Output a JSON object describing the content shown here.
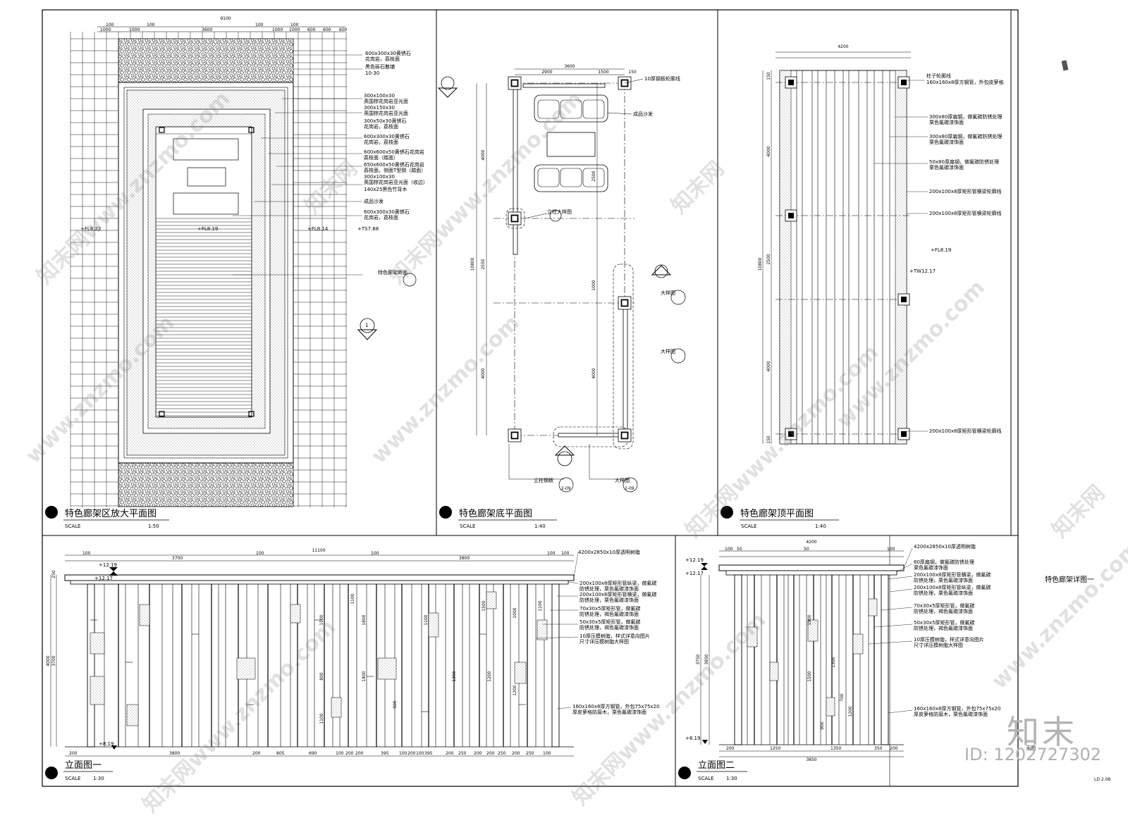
{
  "views": {
    "plan1": {
      "title": "特色廊架区放大平面图",
      "scale_label": "SCALE",
      "scale": "1:50",
      "dims_top": [
        "9100",
        "100",
        "100",
        "100",
        "100",
        "1000",
        "1000",
        "3600",
        "1000",
        "1000",
        "600",
        "600",
        "600"
      ],
      "levels": [
        "+FL8.22",
        "+FL8.19",
        "+FL8.14",
        "+TS7.88"
      ],
      "notes": [
        "600x300x30黄锈石",
        "花岗岩，荔枝面",
        "黑色砾石散铺",
        "10-30",
        "300x100x30",
        "英国棕花岗岩亚光面",
        "300x150x30",
        "英国棕花岗岩亚光面",
        "300x50x30黄锈石",
        "花岗岩，荔枝面",
        "600x300x30黄锈石",
        "花岗岩，荔枝面",
        "600x600x50黄锈石花岗岩",
        "荔枝面（踏面）",
        "650x600x50黄锈石花岗岩",
        "荔枝面，侧面T型倒（踏面）",
        "300x100x30",
        "英国棕花岗岩亚光面（收边）",
        "140x25黑色竹背木",
        "成品沙发",
        "600x300x30黄锈石",
        "花岗岩，荔枝面",
        "特色廊架断面",
        "1"
      ]
    },
    "plan2": {
      "title": "特色廊架底平面图",
      "scale_label": "SCALE",
      "scale": "1:40",
      "dims": [
        "3600",
        "2900",
        "1500",
        "150",
        "4000",
        "2500",
        "10800",
        "2550",
        "4000",
        "1000",
        "4000"
      ],
      "notes": [
        "10厚钢板轮廓线",
        "成品沙发",
        "立柱大样图",
        "大样图",
        "大样图",
        "立柱钢板",
        "大样图",
        "2-09",
        "2-09"
      ]
    },
    "plan3": {
      "title": "特色廊架顶平面图",
      "scale_label": "SCALE",
      "scale": "1:40",
      "dims": [
        "4200",
        "10800",
        "4000",
        "2500",
        "4000",
        "150",
        "150"
      ],
      "levels": [
        "+FL8.19",
        "+TW12.17"
      ],
      "notes": [
        "柱子轮廓线",
        "160x160x8厚方钢管，外包皮萝格",
        "300x80厚扁钢，做氟碳防锈处理",
        "栗色氟碳漆饰面",
        "300x80厚扁钢，做氟碳防锈处理",
        "栗色氟碳漆饰面",
        "50x80厚扁钢，做氟碳防锈处理",
        "栗色氟碳漆饰面",
        "200x100x8厚矩形管横梁轮廓线",
        "200x100x8厚矩形管横梁轮廓线",
        "200x100x8厚矩形管横梁轮廓线"
      ]
    },
    "elev1": {
      "title": "立面图一",
      "scale_label": "SCALE",
      "scale": "1:30",
      "dims_top": [
        "11100",
        "100",
        "3700",
        "100",
        "100",
        "3800",
        "100",
        "100"
      ],
      "levels": [
        "+12.19",
        "+12.17",
        "+8.19"
      ],
      "dims_bottom": [
        "200",
        "3800",
        "200",
        "805",
        "690",
        "100",
        "200",
        "200",
        "395",
        "100",
        "200",
        "100",
        "395",
        "200",
        "250",
        "200",
        "200",
        "250",
        "200",
        "250",
        "100"
      ],
      "dims_left": [
        "4000",
        "3700",
        "250"
      ],
      "vdims": [
        "1500",
        "800",
        "1100",
        "1100",
        "1800",
        "1400",
        "900",
        "1100",
        "1300",
        "1500",
        "1200",
        "1000",
        "1200",
        "1100"
      ],
      "notes": [
        "4200x2850x10厚透明树脂",
        "200x100x8厚矩形管纵梁，做氟碳",
        "防锈处理，栗色氟碳漆饰面",
        "200x100x8厚矩形管横梁，做氟碳",
        "防锈处理，栗色氟碳漆饰面",
        "70x30x5厚矩形管，做氟碳",
        "防锈处理，褐色氟碳漆饰面",
        "50x30x5厚矩形管，做氟碳",
        "防锈处理，褐色氟碳漆饰面",
        "10厚压模树脂，样式详意向图片",
        "尺寸详压模树脂大样图",
        "160x160x8厚方钢管，外包75x75x20",
        "厚皮萝格防腐木，栗色氟碳漆饰面"
      ]
    },
    "elev2": {
      "title": "立面图二",
      "scale_label": "SCALE",
      "scale": "1:30",
      "dims_top": [
        "4200",
        "100",
        "50",
        "50",
        "100"
      ],
      "levels": [
        "+12.19",
        "+12.17",
        "+8.19"
      ],
      "dims_bottom": [
        "200",
        "1250",
        "1350",
        "350",
        "200",
        "3850"
      ],
      "dims_left": [
        "3750",
        "3850"
      ],
      "vdims": [
        "1900",
        "1500",
        "1300",
        "700",
        "1200",
        "900"
      ],
      "notes": [
        "4200x2850x10厚透明树脂",
        "80厚扁钢，做氟碳防锈处理",
        "栗色氟碳漆饰面",
        "200x100x8厚矩形管横梁，做氟碳",
        "防锈处理，栗色氟碳漆饰面",
        "200x100x8厚矩形管纵梁，做氟碳",
        "防锈处理，栗色氟碳漆饰面",
        "70x30x5厚矩形管，做氟碳",
        "防锈处理，褐色氟碳漆饰面",
        "50x30x5厚矩形管，做氟碳",
        "防锈处理，褐色氟碳漆饰面",
        "10厚压模树脂，样式详意向图片",
        "尺寸详压模树脂大样图",
        "160x160x8厚方钢管，外包75x75x20",
        "厚皮萝格防腐木，栗色氟碳漆饰面"
      ]
    }
  },
  "side_label": "特色廊架详图一",
  "bottom_right": {
    "note": "无图",
    "sheet_no": "LD 2.08"
  },
  "watermarks": [
    "知末网www.znzmo.com",
    "www.znzmo.com",
    "知末网"
  ],
  "brand": "知末",
  "image_id": "ID: 1202727302",
  "colors": {
    "line": "#000000",
    "watermark": "#9a9a9a",
    "brand": "#b3b3b3"
  }
}
